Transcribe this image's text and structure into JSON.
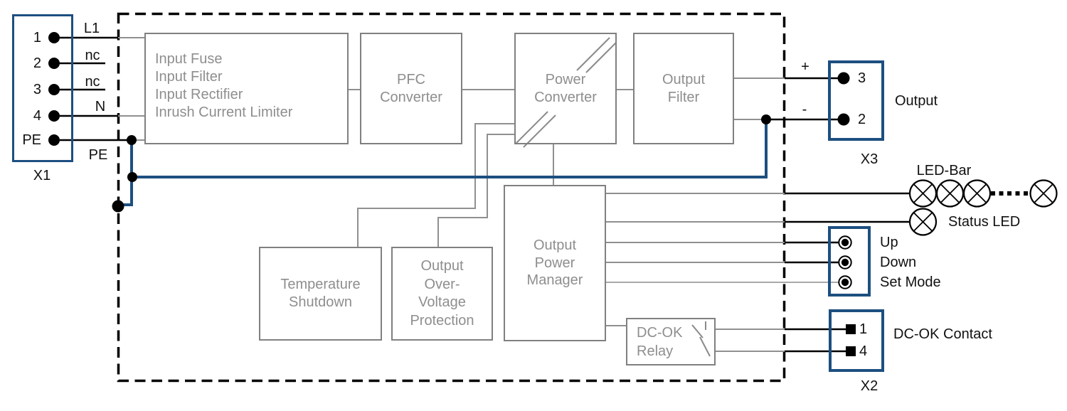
{
  "x1": {
    "name": "X1",
    "pin_labels": [
      "1",
      "2",
      "3",
      "4",
      "PE"
    ],
    "wire_labels": [
      "L1",
      "nc",
      "nc",
      "N",
      "PE"
    ]
  },
  "blocks": {
    "input_stage": {
      "lines": [
        "Input Fuse",
        "Input Filter",
        "Input Rectifier",
        "Inrush Current Limiter"
      ]
    },
    "pfc_converter": {
      "lines": [
        "PFC",
        "Converter"
      ]
    },
    "power_converter": {
      "lines": [
        "Power",
        "Converter"
      ]
    },
    "output_filter": {
      "lines": [
        "Output",
        "Filter"
      ]
    },
    "temperature_shutdown": {
      "lines": [
        "Temperature",
        "Shutdown"
      ]
    },
    "output_over_voltage_protection": {
      "lines": [
        "Output",
        "Over-",
        "Voltage",
        "Protection"
      ]
    },
    "output_power_manager": {
      "lines": [
        "Output",
        "Power",
        "Manager"
      ]
    },
    "dc_ok_relay": {
      "lines": [
        "DC-OK",
        "Relay"
      ]
    }
  },
  "x3": {
    "name": "X3",
    "title": "Output",
    "plus": "+",
    "minus": "-",
    "pins": [
      "3",
      "2"
    ]
  },
  "indicators": {
    "led_bar": "LED-Bar",
    "status_led": "Status LED"
  },
  "controls": {
    "up": "Up",
    "down": "Down",
    "set_mode": "Set Mode"
  },
  "x2": {
    "name": "X2",
    "title": "DC-OK Contact",
    "pins": [
      "1",
      "4"
    ]
  },
  "colors": {
    "accent_blue": "#1d4f80",
    "block_border_gray": "#808080",
    "block_text_gray": "#8e8e8e",
    "wire_gray": "#909090",
    "wire_black": "#000000"
  }
}
